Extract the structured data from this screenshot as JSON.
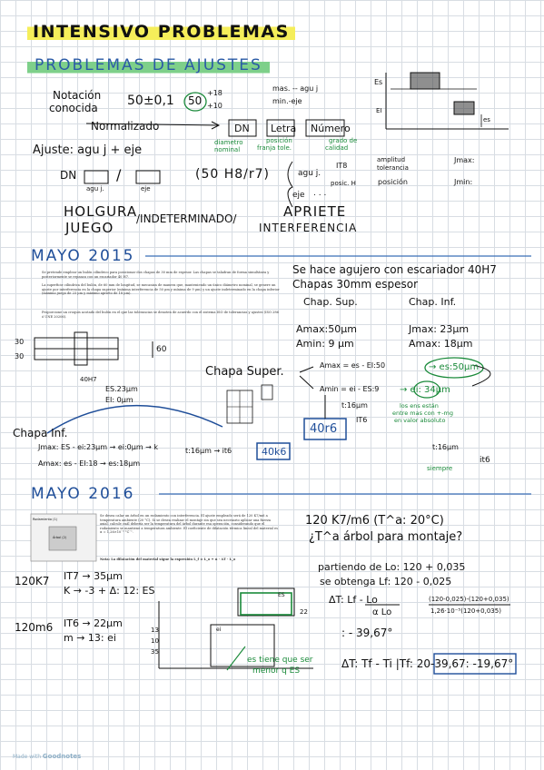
{
  "titles": {
    "main": "INTENSIVO PROBLEMAS",
    "sub": "PROBLEMAS DE AJUSTES"
  },
  "notation": {
    "label_line1": "Notación",
    "label_line2": "conocida",
    "expr": "50±0,1",
    "circle_expr": "50",
    "sup_dev": "+18",
    "inf_dev": "+10",
    "max_note": "mas. -- agu j",
    "min_note": "min.-eje",
    "normalized": "Normalizado",
    "box_dn": "DN",
    "box_letra": "Letra",
    "box_numero": "Número",
    "g1_line1": "diametro",
    "g1_line2": "nominal",
    "g2_line1": "posición",
    "g2_line2": "franja tole.",
    "g3_line1": "grado de",
    "g3_line2": "calidad"
  },
  "fit": {
    "line": "Ajuste: agu j + eje",
    "dn": "DN",
    "agu": "agu j.",
    "eje": "eje",
    "example": "(50 H8/r7)",
    "agu_label": "agu j.",
    "it_label": "IT8",
    "amplitud_line1": "amplitud",
    "amplitud_line2": "tolerancia",
    "posic_label": "posic. H",
    "posicion": "posición",
    "eje_label": "eje",
    "dots": ". . ."
  },
  "types": {
    "holgura": "HOLGURA",
    "juego": "JUEGO",
    "indet": "/INDETERMINADO/",
    "apriete": "APRIETE",
    "interferencia": "INTERFERENCIA"
  },
  "diagram1": {
    "es": "Es",
    "ei": "EI",
    "es2": "es",
    "jmax": "Jmax:",
    "jmin": "Jmin:"
  },
  "mayo2015": {
    "heading": "MAYO 2015",
    "paragraphs": [
      "Se pretende emplear un bulón cilíndrico para posicionar dos chapas de 30 mm de espesor. Las chapas se taladran de forma simultánea y posteriormente se repasan con un escariador 40 H7.",
      "La superficie cilíndrica del bulón, de 60 mm de longitud, se mecaniza de manera que, manteniendo un único diámetro nominal, se genere un ajuste por interferencia en la chapa superior (mínima interferencia de 50 μm y mínima de 9 μm) y un ajuste indeterminado en la chapa inferior (máximo juego de 23 μm y máximo aprieto de 18 μm).",
      "Proporcione un croquis acotado del bulón en el que las tolerancias se denoten de acuerdo con el sistema ISO de tolerancias y ajustes (ISO 286 ó UNE 20206)."
    ],
    "note1": "Se hace agujero con escariador 40H7",
    "note2": "Chapas 30mm espesor",
    "chap_sup": "Chap. Sup.",
    "chap_inf": "Chap. Inf.",
    "amax_sup": "Amax:50μm",
    "amin_sup": "Amin: 9 μm",
    "jmax_inf": "Jmax: 23μm",
    "amax_inf": "Amax: 18μm",
    "dim30a": "30",
    "dim30b": "30",
    "dim60": "60",
    "h7": "40H7",
    "es23": "ES.23μm",
    "ei0": "EI: 0μm",
    "chapa_super": "Chapa Super.",
    "amax_eq": "Amax = es - EI:50",
    "es_eq": "→ es:50μm",
    "amin_eq": "Amin = ei - ES:9",
    "ei_eq": "→ ei: 34μm",
    "green_note1": "los ens están",
    "green_note2": "entre mas con +-mg",
    "green_note3": "en valor absoluto",
    "t16": "t:16μm",
    "it6": "IT6",
    "fit_box": "40r6",
    "chapa_inf": "Chapa Inf.",
    "jmax_eq": "Jmax: ES - ei:23μm → ei:0μm → k",
    "t16b": "t:16μm → it6",
    "k6": "40k6",
    "amax_eq2": "Amax: es - EI:18 → es:18μm",
    "siempre": "siempre",
    "t16c": "t:16μm",
    "it6c": "it6"
  },
  "mayo2016": {
    "heading": "MAYO 2016",
    "problem": "Se desea calar un árbol en un rodamiento con interferencia. El ajuste empleado será de 120 K7/m6 a temperatura ambiente (20 °C). Si se desea realizar el montaje sin que sea necesario aplicar una fuerza axial, calcule cuál debería ser la temperatura del árbol durante esa operación, considerando que el rodamiento se mantiene a temperatura ambiente. El coeficiente de dilatación térmica lineal del material es α = 1,26×10⁻⁵ °C⁻¹.",
    "note": "Nota: La dilatación del material sigue la expresión  L_f = L_o + α · ΔT · L_o",
    "fig_label1": "Rodamiento (1)",
    "fig_label2": "Árbol (2)",
    "q1": "120 K7/m6  (T^a: 20°C)",
    "q2": "¿T^a árbol para montaje?",
    "k7": "120K7",
    "it7": "IT7 → 35μm",
    "kline": "K → -3 + Δ: 12: ES",
    "m6": "120m6",
    "it6": "IT6 → 22μm",
    "mline": "m → 13: ei",
    "start": "partiendo de Lo: 120 + 0,035",
    "obtain": "se obtenga Lf: 120 - 0,025",
    "dt_formula": "ΔT: Lf - Lo",
    "dt_den": "α Lo",
    "dt_num": "(120-0,025)-(120+0,035)",
    "dt_den2": "1,26·10⁻⁵(120+0,035)",
    "dt_result": ": - 39,67°",
    "final": "ΔT: Tf - Ti  |Tf: 20-39,67: -19,67°",
    "es_label": "ES",
    "ei_label": "ei",
    "dim13": "13",
    "dim35": "35",
    "dim10": "10",
    "dim22": "22",
    "es_note1": "es tiene que ser",
    "es_note2": "menor q ES"
  },
  "footer": {
    "made_with": "Made with",
    "brand": "Goodnotes"
  }
}
